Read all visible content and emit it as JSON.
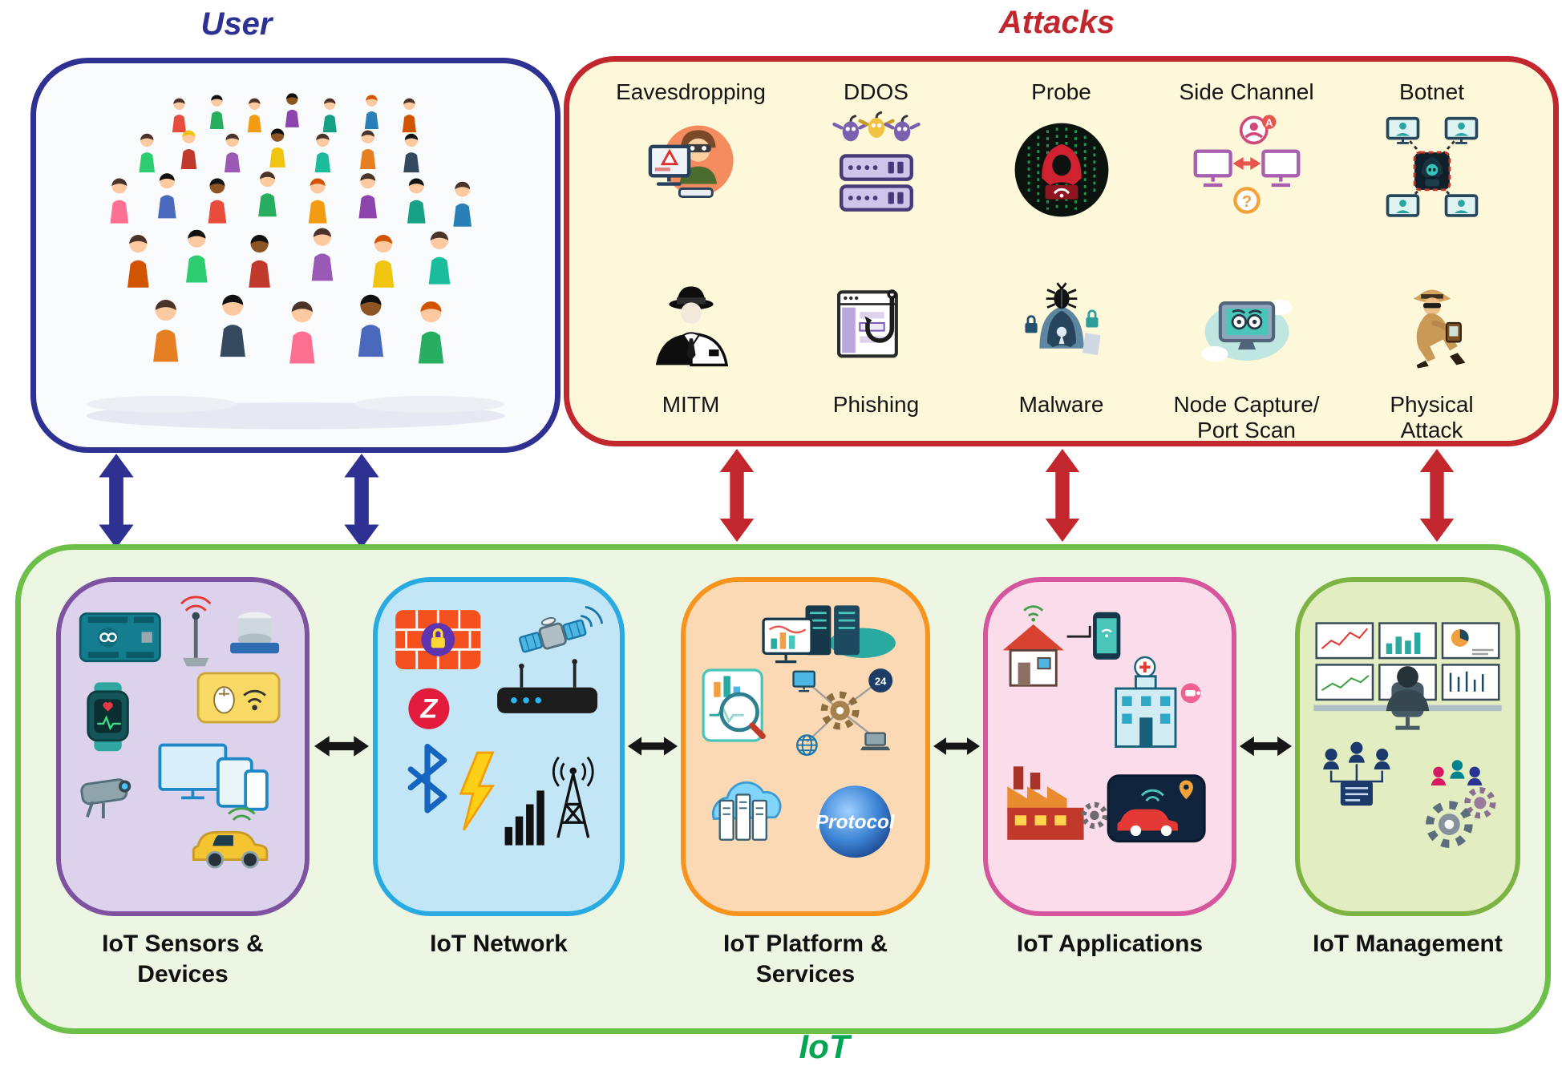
{
  "user": {
    "title": "User"
  },
  "attacks": {
    "title": "Attacks",
    "row1": [
      {
        "label": "Eavesdropping"
      },
      {
        "label": "DDOS"
      },
      {
        "label": "Probe"
      },
      {
        "label": "Side Channel"
      },
      {
        "label": "Botnet"
      }
    ],
    "row2": [
      {
        "label": "MITM"
      },
      {
        "label": "Phishing"
      },
      {
        "label": "Malware"
      },
      {
        "label": "Node Capture/\nPort Scan"
      },
      {
        "label": "Physical\nAttack"
      }
    ],
    "side_channel_badge": "A",
    "side_channel_question": "?"
  },
  "iot": {
    "title": "IoT",
    "protocol": "Protocol",
    "zigbee": "Z",
    "clock": "24",
    "components": [
      {
        "label": "IoT Sensors &\nDevices"
      },
      {
        "label": "IoT Network"
      },
      {
        "label": "IoT Platform &\nServices"
      },
      {
        "label": "IoT Applications"
      },
      {
        "label": "IoT Management"
      }
    ]
  },
  "colors": {
    "user_accent": "#2e3192",
    "attack_accent": "#c1272d",
    "attack_bg": "#fcf8d9",
    "iot_accent": "#00a651",
    "iot_border": "#6cc04a",
    "iot_bg": "#edf5e3",
    "sensors_border": "#7c52a1",
    "sensors_bg": "#ddd2eb",
    "network_border": "#29abe2",
    "network_bg": "#c3e6f7",
    "platform_border": "#f7941d",
    "platform_bg": "#fbd9b4",
    "applications_border": "#d6569d",
    "applications_bg": "#fadcea",
    "management_border": "#7cb342",
    "management_bg": "#e2edc1"
  }
}
